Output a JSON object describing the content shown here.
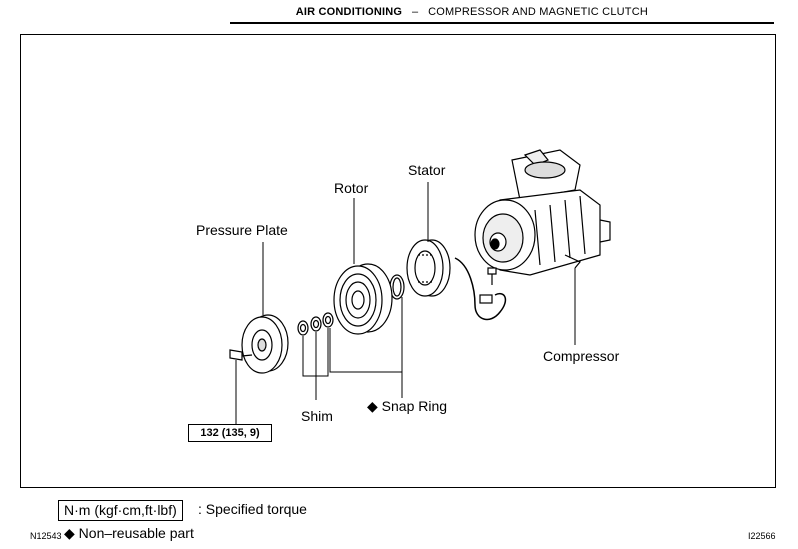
{
  "header": {
    "section": "AIR CONDITIONING",
    "separator": "–",
    "subsection": "COMPRESSOR AND MAGNETIC CLUTCH"
  },
  "diagram": {
    "labels": {
      "stator": "Stator",
      "rotor": "Rotor",
      "pressure_plate": "Pressure Plate",
      "compressor": "Compressor",
      "shim": "Shim",
      "snap_ring": "Snap Ring",
      "snap_ring_marker": "◆"
    },
    "torque_value": "132 (135, 9)",
    "figure_id": "I22566"
  },
  "legend": {
    "torque_units": "N·m (kgf·cm,ft·lbf)",
    "torque_desc": ": Specified torque",
    "nonreusable_marker": "◆",
    "nonreusable_desc": "Non–reusable part",
    "legend_id": "N12543"
  }
}
